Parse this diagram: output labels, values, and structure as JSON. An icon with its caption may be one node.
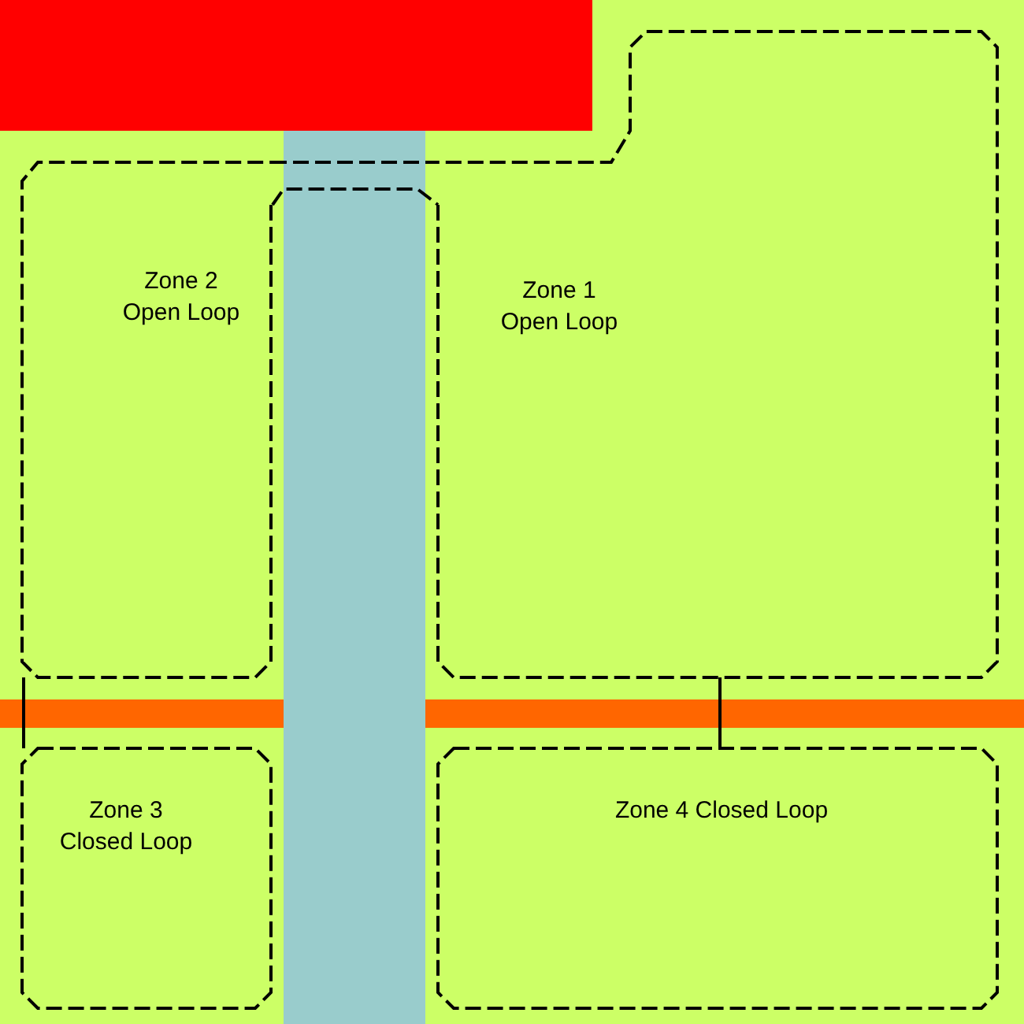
{
  "diagram": {
    "nodes": [
      {
        "text": [
          "Zone 2 Open Loop"
        ]
      },
      {
        "text": [
          "Zone 1 Open Loop"
        ]
      },
      {
        "text": [
          "Zone 3 Closed Loop"
        ]
      },
      {
        "text": [
          "Zone 4 Closed Loop"
        ]
      }
    ],
    "edges": [
      {
        "from": 0,
        "to": 2,
        "arrow": "none"
      },
      {
        "from": 1,
        "to": 3,
        "arrow": "none"
      }
    ]
  }
}
